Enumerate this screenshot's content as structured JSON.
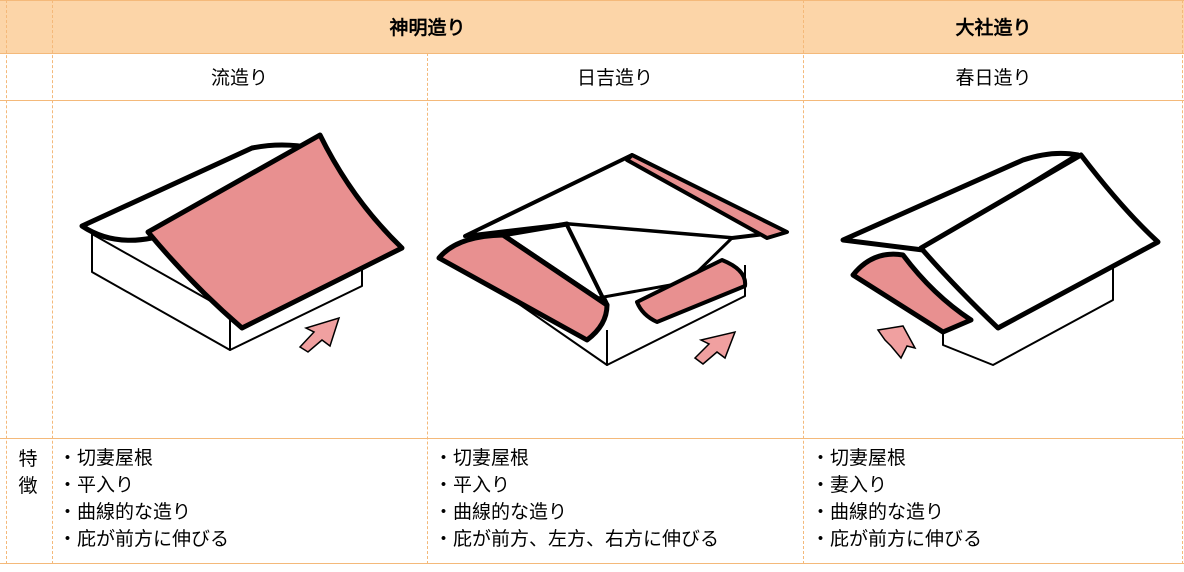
{
  "header": {
    "group_shinmei": "神明造り",
    "group_taisha": "大社造り"
  },
  "columns": [
    {
      "name": "流造り",
      "features": [
        "切妻屋根",
        "平入り",
        "曲線的な造り",
        "庇が前方に伸びる"
      ]
    },
    {
      "name": "日吉造り",
      "features": [
        "切妻屋根",
        "平入り",
        "曲線的な造り",
        "庇が前方、左方、右方に伸びる"
      ]
    },
    {
      "name": "春日造り",
      "features": [
        "切妻屋根",
        "妻入り",
        "曲線的な造り",
        "庇が前方に伸びる"
      ]
    }
  ],
  "features_label": "特徴",
  "colors": {
    "header_bg": "#fcd5a8",
    "border": "#f4b97a",
    "roof_highlight": "#e89090",
    "arrow_fill": "#f0a0a0"
  },
  "icons": [
    "roof-nagare-illustration",
    "roof-hie-illustration",
    "roof-kasuga-illustration",
    "entrance-arrow-icon"
  ]
}
